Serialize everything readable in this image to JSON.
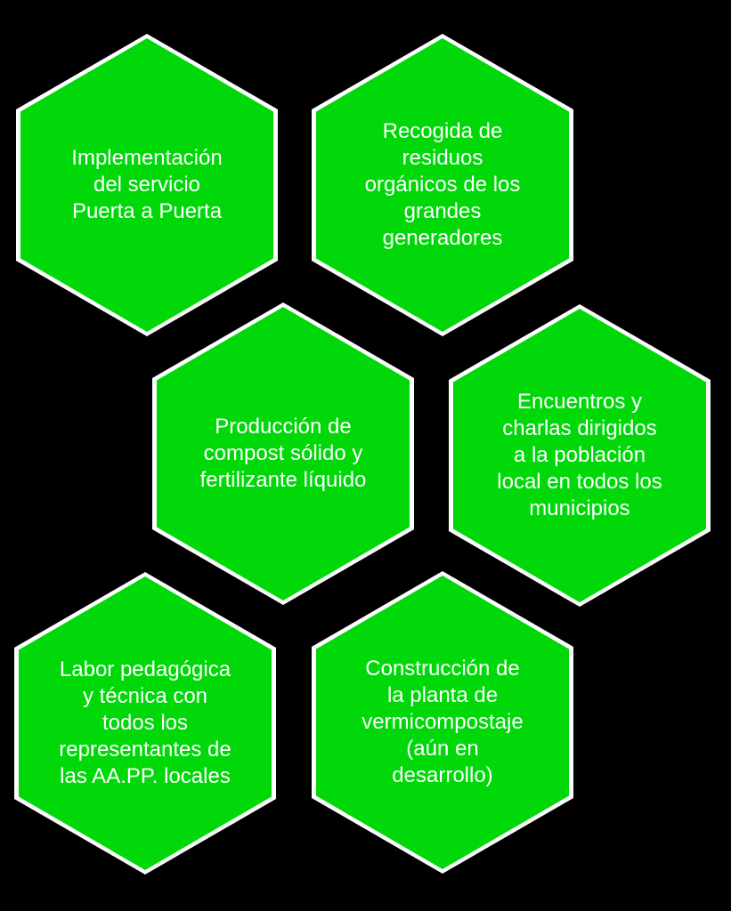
{
  "style": {
    "background": "#000000",
    "hex_fill": "#00d80a",
    "hex_border": "#ffffff",
    "text_color": "#ffffff"
  },
  "hexagons": [
    {
      "label": "Implementación\ndel servicio\nPuerta a Puerta"
    },
    {
      "label": "Recogida de\nresiduos\norgánicos de los\ngrandes\ngeneradores"
    },
    {
      "label": "Producción de\ncompost sólido y\nfertilizante líquido"
    },
    {
      "label": "Encuentros y\ncharlas dirigidos\na la población\nlocal en todos los\nmunicipios"
    },
    {
      "label": "Labor pedagógica\ny técnica con\ntodos los\nrepresentantes de\nlas AA.PP. locales"
    },
    {
      "label": "Construcción de\nla planta de\nvermicompostaje\n(aún en\ndesarrollo)"
    }
  ]
}
